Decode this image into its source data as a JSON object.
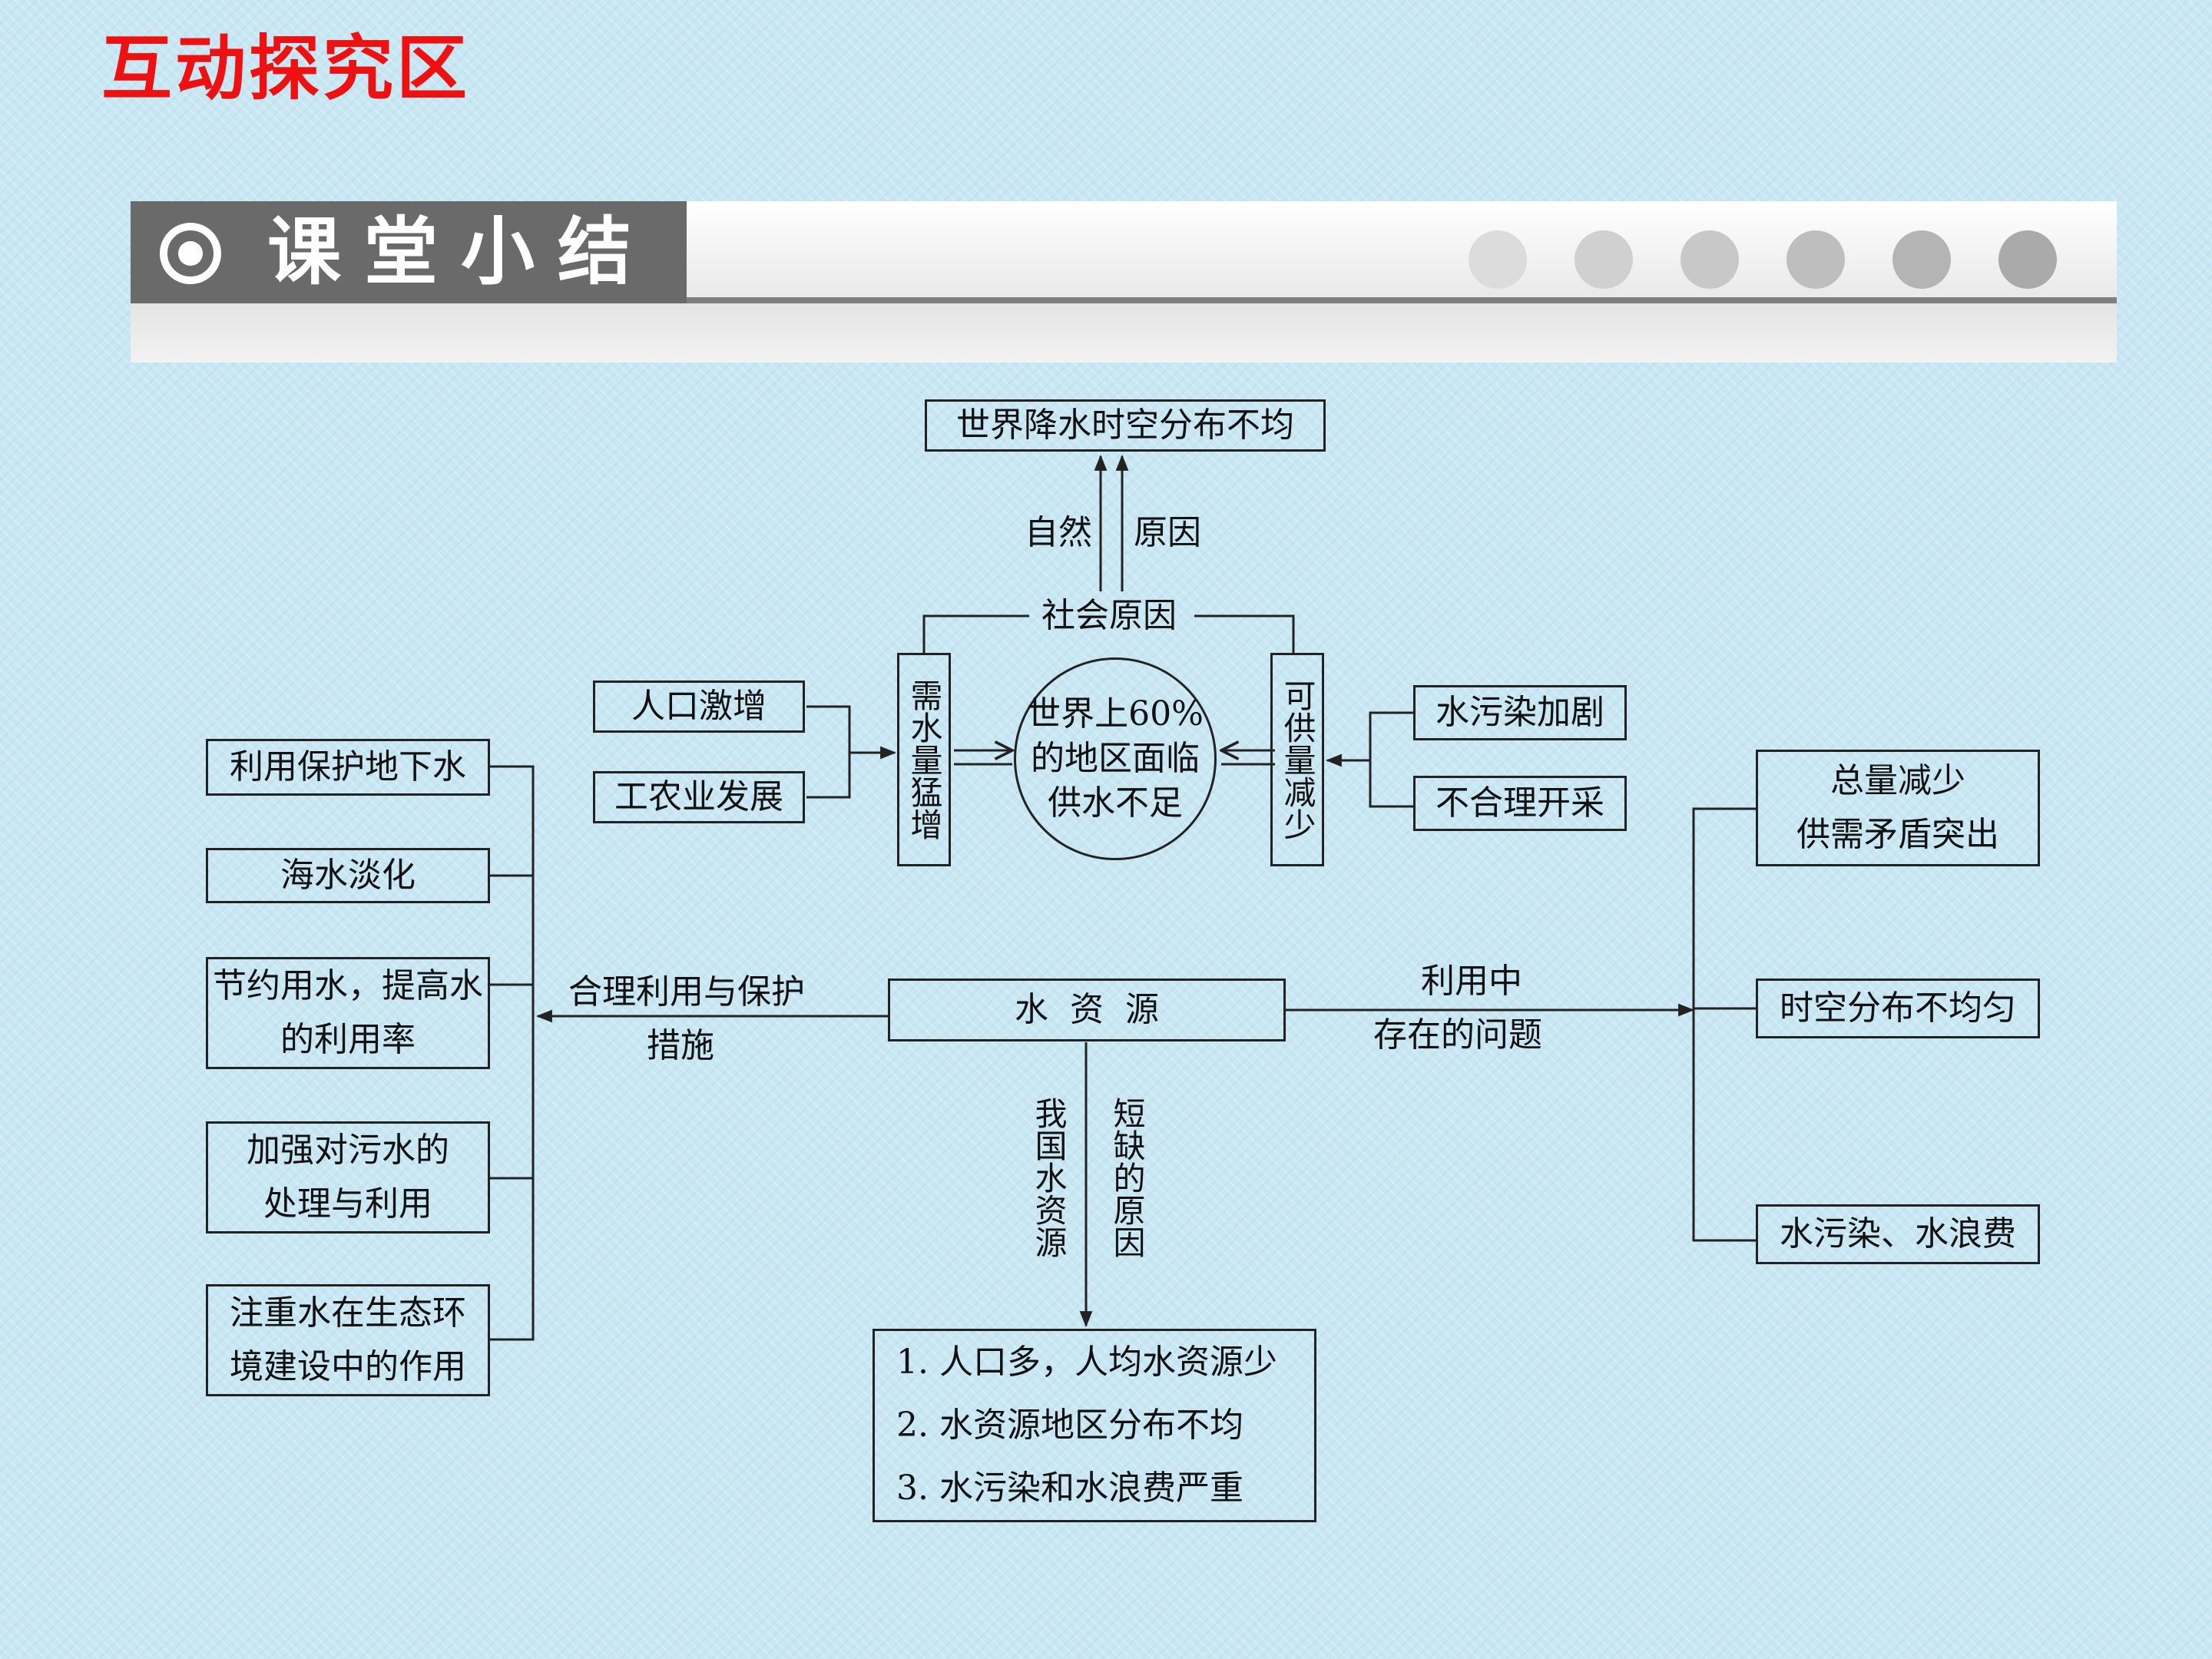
{
  "header": {
    "title": "互动探究区"
  },
  "banner": {
    "section_title": "课堂小结",
    "dot_colors": [
      "#dcdcdc",
      "#d0d0d0",
      "#c8c8c8",
      "#bebebe",
      "#b4b4b4",
      "#aaaaaa"
    ]
  },
  "diagram": {
    "top_box": "世界降水时空分布不均",
    "natural_left": "自然",
    "natural_right": "原因",
    "social_reason": "社会原因",
    "demand_box": "需水量猛增",
    "supply_box": "可供量减少",
    "center_circle": "世界上60%\n的地区面临\n供水不足",
    "left_causes": [
      "人口激增",
      "工农业发展"
    ],
    "right_causes": [
      "水污染加剧",
      "不合理开采"
    ],
    "measures": [
      "利用保护地下水",
      "海水淡化",
      "节约用水，提高水\n的利用率",
      "加强对污水的\n处理与利用",
      "注重水在生态环\n境建设中的作用"
    ],
    "center_box": "水  资  源",
    "measures_label_line1": "合理利用与保护",
    "measures_label_line2": "措施",
    "problems_label_line1": "利用中",
    "problems_label_line2": "存在的问题",
    "problems": [
      "总量减少\n供需矛盾突出",
      "时空分布不均匀",
      "水污染、水浪费"
    ],
    "china_label_left": "我国水资源",
    "china_label_right": "短缺的原因",
    "china_reasons": [
      "1. 人口多，人均水资源少",
      "2. 水资源地区分布不均",
      "3. 水污染和水浪费严重"
    ]
  }
}
